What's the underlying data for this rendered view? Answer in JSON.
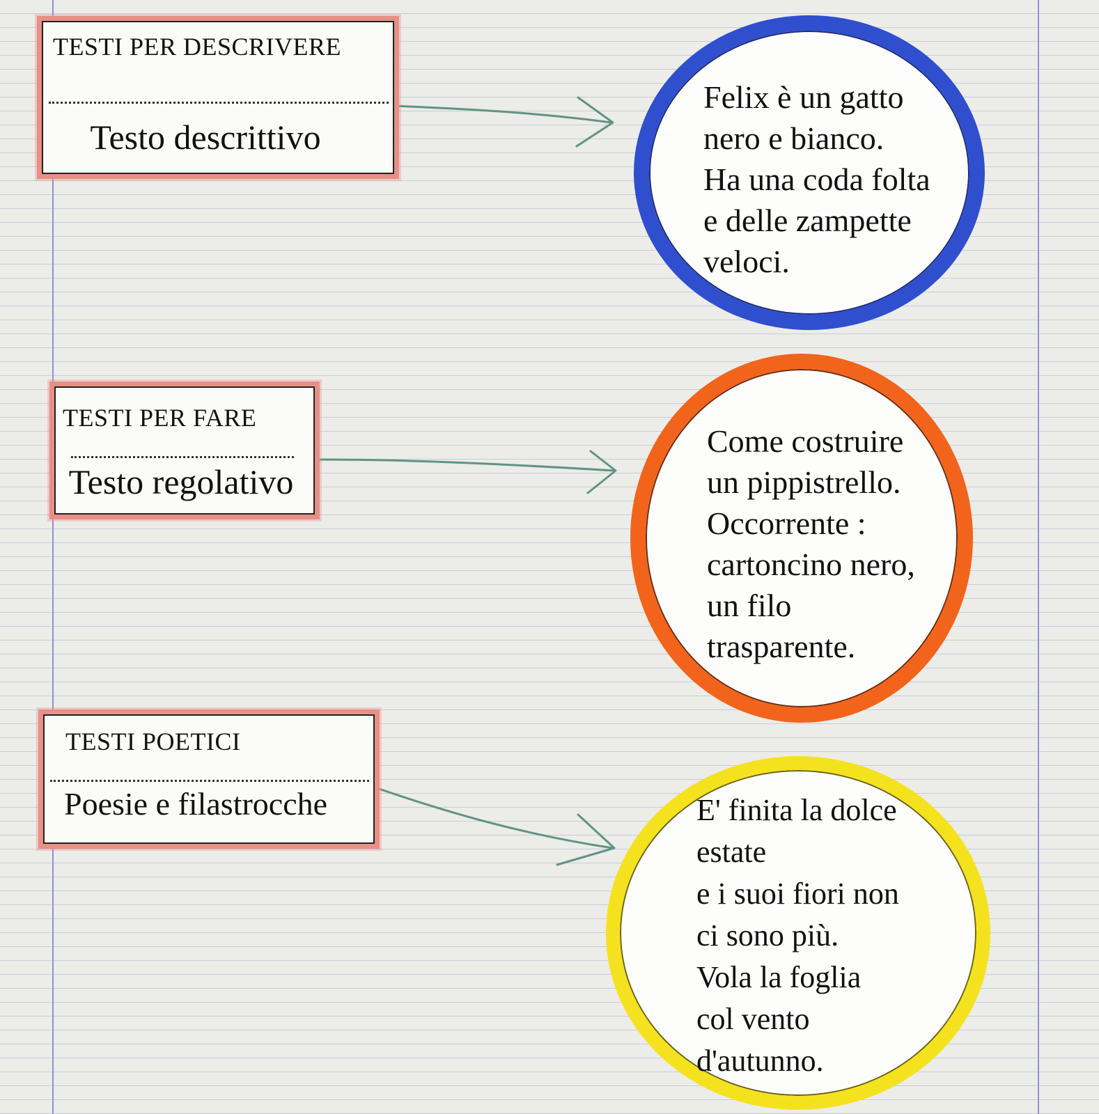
{
  "notebook": {
    "colors": {
      "paper": "#ecece9",
      "ruled_line": "#c9ccd6",
      "margin_line": "#8f90d8",
      "card_frame": "#e88f86",
      "arrow": "#5f9484",
      "blue": "#2f4fcf",
      "orange": "#f2641c",
      "yellow": "#f5e21e"
    }
  },
  "sections": [
    {
      "heading": "TESTI PER DESCRIVERE",
      "type_label": "Testo descrittivo",
      "example_color": "blue",
      "example_lines": [
        "Felix è un gatto",
        "nero e bianco.",
        "Ha una coda folta",
        "e delle zampette",
        "veloci."
      ]
    },
    {
      "heading": "TESTI PER FARE",
      "type_label": "Testo regolativo",
      "example_color": "orange",
      "example_lines": [
        "Come costruire",
        "un pippistrello.",
        "Occorrente :",
        "cartoncino nero,",
        "un filo",
        "trasparente."
      ]
    },
    {
      "heading": "TESTI POETICI",
      "type_label": "Poesie e filastrocche",
      "example_color": "yellow",
      "example_lines": [
        "E' finita la dolce",
        "estate",
        "e i suoi fiori non",
        "ci sono più.",
        "Vola la foglia",
        "col vento",
        "d'autunno."
      ]
    }
  ]
}
